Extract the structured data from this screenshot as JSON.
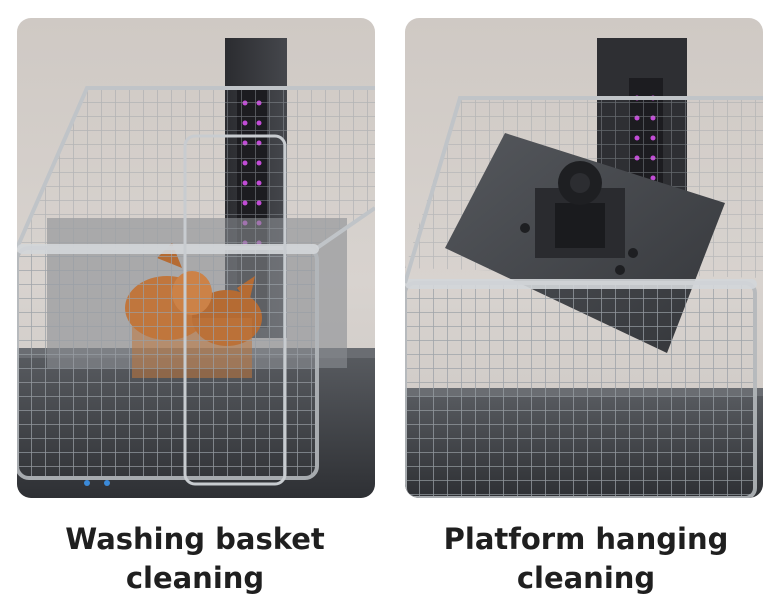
{
  "panels": [
    {
      "caption_lines": [
        "Washing basket",
        "cleaning"
      ]
    },
    {
      "caption_lines": [
        "Platform hanging",
        "cleaning"
      ]
    }
  ],
  "colors": {
    "background": "#ffffff",
    "caption_text": "#1f1f1f",
    "uv_light": "#c24cd6",
    "printed_model": "#c0763d"
  }
}
